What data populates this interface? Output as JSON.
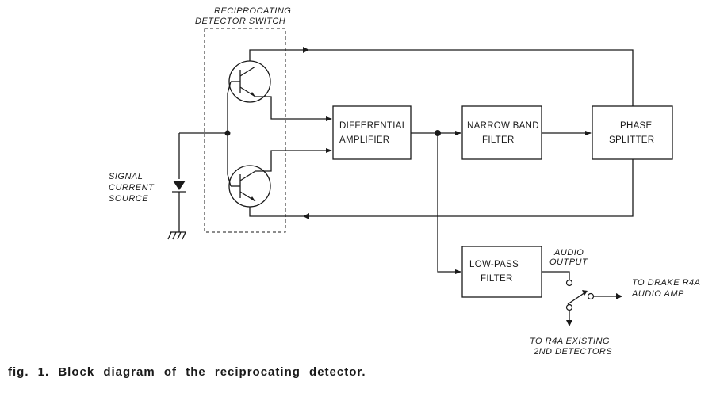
{
  "labels": {
    "switch_line1": "RECIPROCATING",
    "switch_line2": "DETECTOR  SWITCH",
    "source_line1": "SIGNAL",
    "source_line2": "CURRENT",
    "source_line3": "SOURCE",
    "audio_line1": "AUDIO",
    "audio_line2": "OUTPUT",
    "drake_line1": "TO DRAKE R4A",
    "drake_line2": "AUDIO AMP",
    "r4a_line1": "TO R4A EXISTING",
    "r4a_line2": "2ND  DETECTORS"
  },
  "blocks": {
    "diff_line1": "DIFFERENTIAL",
    "diff_line2": "AMPLIFIER",
    "nbf_line1": "NARROW BAND",
    "nbf_line2": "FILTER",
    "phase_line1": "PHASE",
    "phase_line2": "SPLITTER",
    "lpf_line1": "LOW-PASS",
    "lpf_line2": "FILTER"
  },
  "caption": "fig. 1. Block diagram of the reciprocating detector."
}
